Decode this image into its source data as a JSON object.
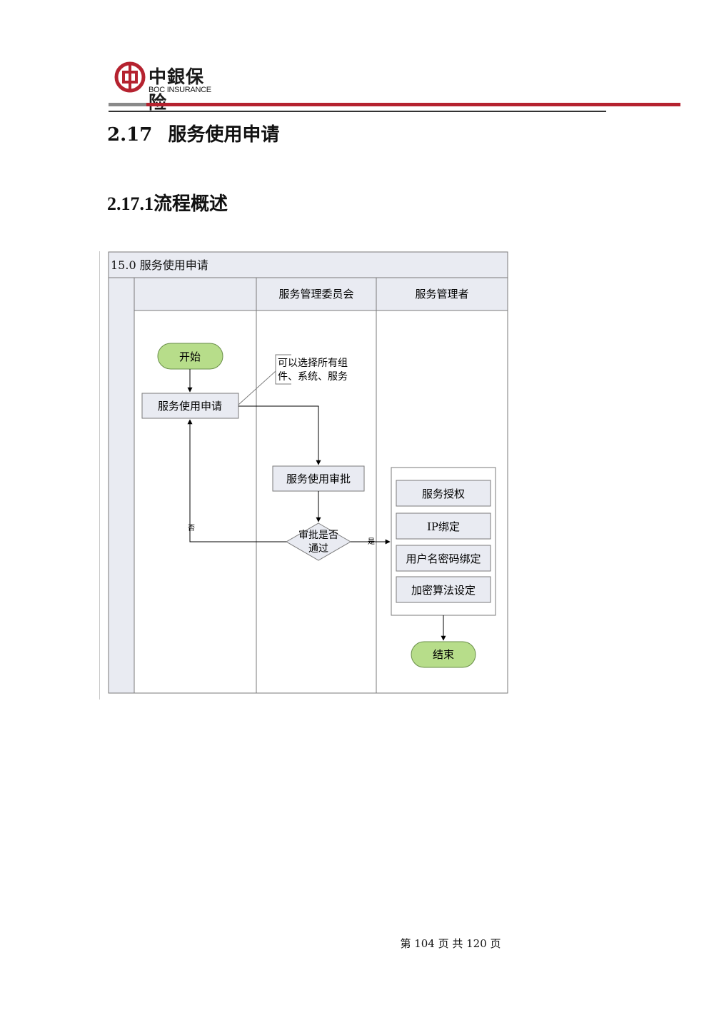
{
  "header": {
    "logo_cn": "中銀保险",
    "logo_en": "BOC INSURANCE",
    "brand_color": "#b5222f"
  },
  "section": {
    "number": "2.17",
    "title": "服务使用申请"
  },
  "subsection": {
    "title": "2.17.1流程概述"
  },
  "diagram": {
    "title": "15.0 服务使用申请",
    "lanes": [
      "",
      "服务管理委员会",
      "服务管理者"
    ],
    "nodes": {
      "start": "开始",
      "apply": "服务使用申请",
      "note_line1": "可以选择所有组",
      "note_line2": "件、系统、服务",
      "review": "服务使用审批",
      "decision_line1": "审批是否",
      "decision_line2": "通过",
      "no_label": "否",
      "yes_label": "是",
      "task1": "服务授权",
      "task2": "IP绑定",
      "task3": "用户名密码绑定",
      "task4": "加密算法设定",
      "end": "结束"
    },
    "colors": {
      "terminal_fill": "#b7dd8a",
      "box_fill": "#e9ebf2",
      "header_fill": "#e9ebf2"
    }
  },
  "footer": {
    "page_text": "第 104 页 共 120 页"
  }
}
